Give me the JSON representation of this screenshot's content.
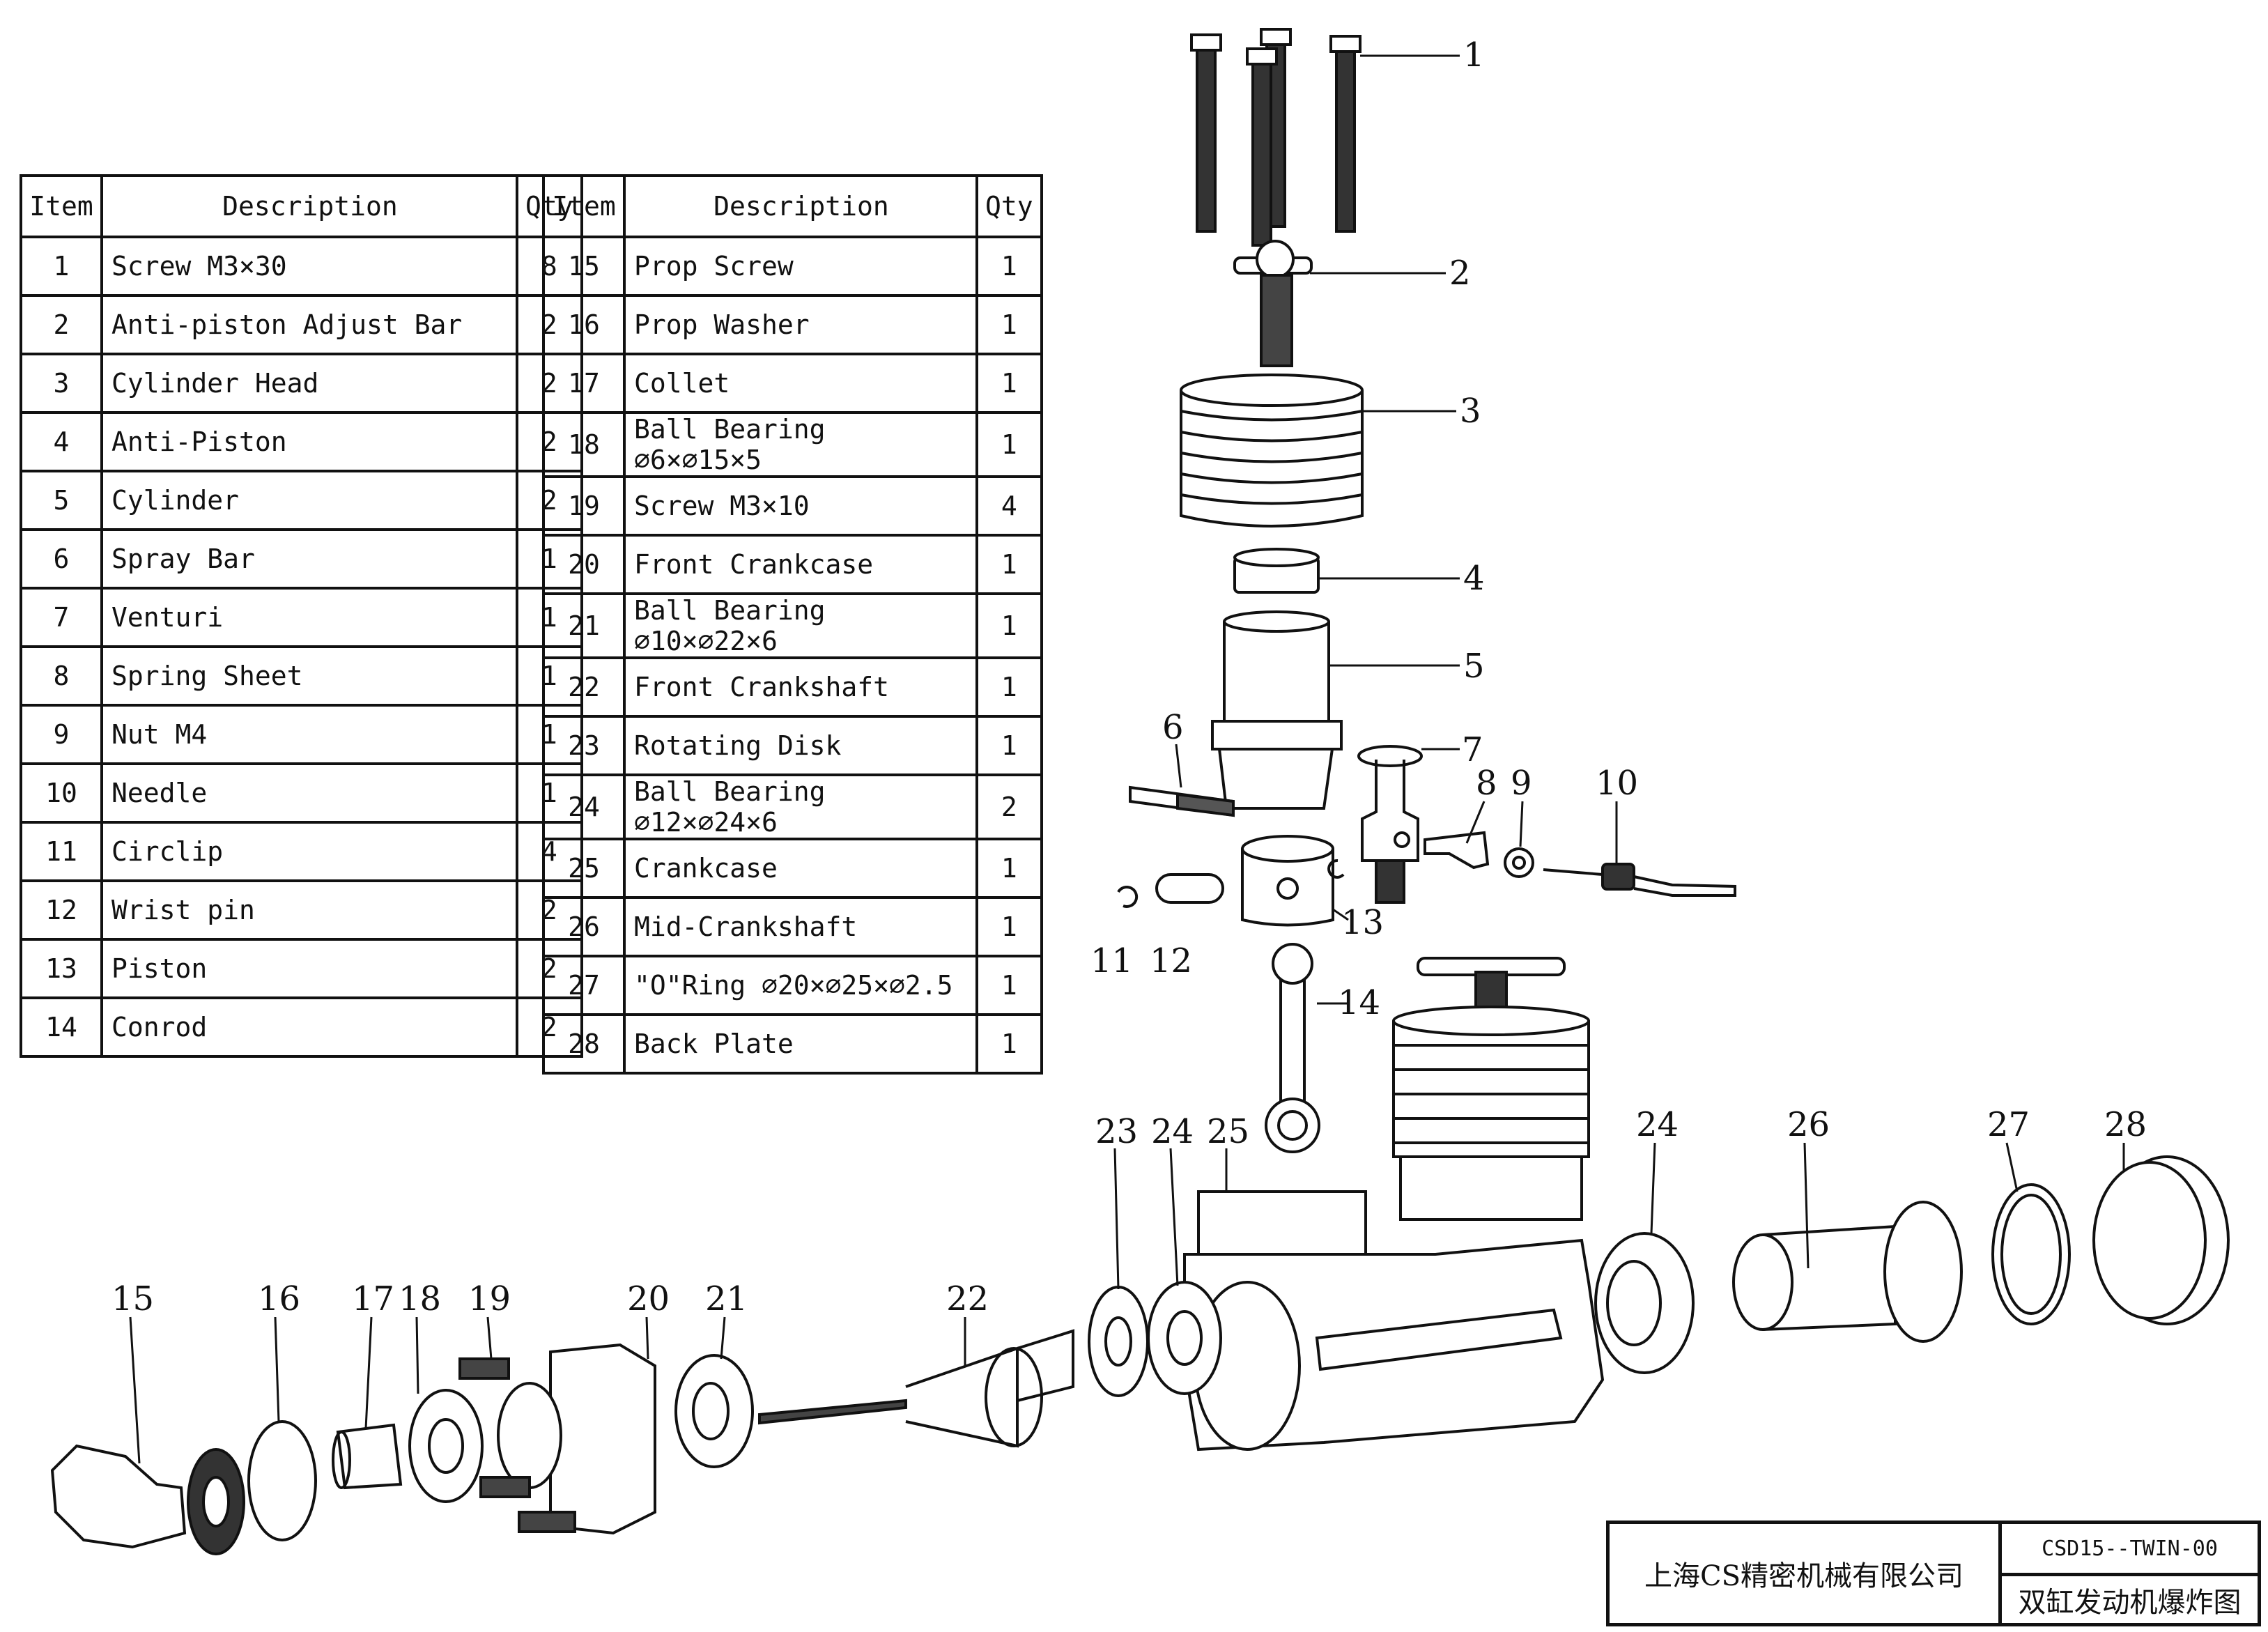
{
  "table_headers": {
    "item": "Item",
    "description": "Description",
    "qty": "Qty"
  },
  "parts_left": [
    {
      "item": "1",
      "description": "Screw M3×30",
      "qty": "8"
    },
    {
      "item": "2",
      "description": "Anti-piston Adjust Bar",
      "qty": "2"
    },
    {
      "item": "3",
      "description": "Cylinder Head",
      "qty": "2"
    },
    {
      "item": "4",
      "description": "Anti-Piston",
      "qty": "2"
    },
    {
      "item": "5",
      "description": "Cylinder",
      "qty": "2"
    },
    {
      "item": "6",
      "description": "Spray Bar",
      "qty": "1"
    },
    {
      "item": "7",
      "description": "Venturi",
      "qty": "1"
    },
    {
      "item": "8",
      "description": "Spring Sheet",
      "qty": "1"
    },
    {
      "item": "9",
      "description": "Nut M4",
      "qty": "1"
    },
    {
      "item": "10",
      "description": "Needle",
      "qty": "1"
    },
    {
      "item": "11",
      "description": "Circlip",
      "qty": "4"
    },
    {
      "item": "12",
      "description": "Wrist pin",
      "qty": "2"
    },
    {
      "item": "13",
      "description": "Piston",
      "qty": "2"
    },
    {
      "item": "14",
      "description": "Conrod",
      "qty": "2"
    }
  ],
  "parts_right": [
    {
      "item": "15",
      "description": "Prop Screw",
      "qty": "1"
    },
    {
      "item": "16",
      "description": "Prop Washer",
      "qty": "1"
    },
    {
      "item": "17",
      "description": "Collet",
      "qty": "1"
    },
    {
      "item": "18",
      "description": "Ball Bearing ∅6×∅15×5",
      "qty": "1"
    },
    {
      "item": "19",
      "description": "Screw M3×10",
      "qty": "4"
    },
    {
      "item": "20",
      "description": "Front Crankcase",
      "qty": "1"
    },
    {
      "item": "21",
      "description": "Ball Bearing ∅10×∅22×6",
      "qty": "1"
    },
    {
      "item": "22",
      "description": "Front Crankshaft",
      "qty": "1"
    },
    {
      "item": "23",
      "description": "Rotating Disk",
      "qty": "1"
    },
    {
      "item": "24",
      "description": "Ball Bearing ∅12×∅24×6",
      "qty": "2"
    },
    {
      "item": "25",
      "description": "Crankcase",
      "qty": "1"
    },
    {
      "item": "26",
      "description": "Mid-Crankshaft",
      "qty": "1"
    },
    {
      "item": "27",
      "description": "\"O\"Ring ∅20×∅25×∅2.5",
      "qty": "1"
    },
    {
      "item": "28",
      "description": "Back Plate",
      "qty": "1"
    }
  ],
  "callouts": [
    "1",
    "2",
    "3",
    "4",
    "5",
    "6",
    "7",
    "8",
    "9",
    "10",
    "11",
    "12",
    "13",
    "14",
    "15",
    "16",
    "17",
    "18",
    "19",
    "20",
    "21",
    "22",
    "23",
    "24",
    "24",
    "25",
    "26",
    "27",
    "28"
  ],
  "title_block": {
    "company": "上海CS精密机械有限公司",
    "drawing_code": "CSD15--TWIN-00",
    "drawing_name": "双缸发动机爆炸图"
  }
}
